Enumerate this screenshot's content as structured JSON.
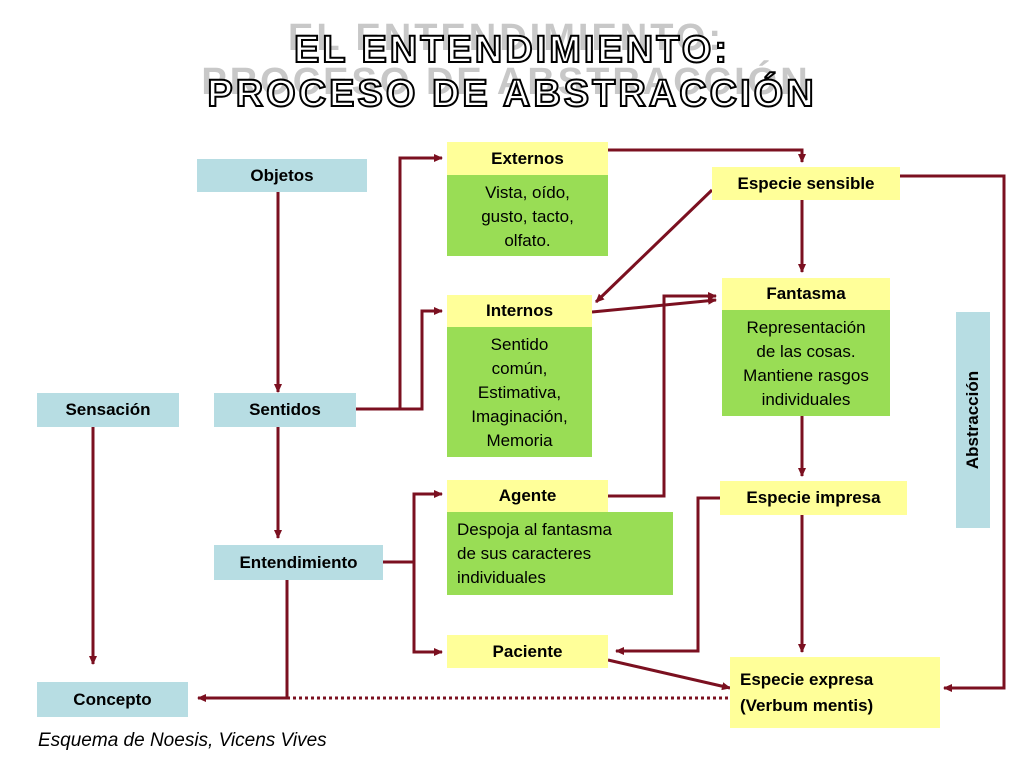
{
  "title": {
    "line1": "EL ENTENDIMIENTO:",
    "line2": "PROCESO DE ABSTRACCIÓN"
  },
  "nodes": {
    "objetos": "Objetos",
    "sensacion": "Sensación",
    "sentidos": "Sentidos",
    "entendimiento": "Entendimiento",
    "concepto": "Concepto",
    "externos": "Externos",
    "externos_desc": [
      "Vista, oído,",
      "gusto, tacto,",
      "olfato."
    ],
    "internos": "Internos",
    "internos_desc": [
      "Sentido",
      "común,",
      "Estimativa,",
      "Imaginación,",
      "Memoria"
    ],
    "agente": "Agente",
    "agente_desc": [
      "Despoja al fantasma",
      "de sus caracteres",
      "individuales"
    ],
    "paciente": "Paciente",
    "especie_sensible": "Especie sensible",
    "fantasma": "Fantasma",
    "fantasma_desc": [
      "Representación",
      "de las cosas.",
      "Mantiene rasgos",
      "individuales"
    ],
    "especie_impresa": "Especie impresa",
    "especie_expresa": [
      "Especie expresa",
      "(Verbum mentis)"
    ],
    "abstraccion": "Abstracción"
  },
  "source": "Esquema de Noesis, Vicens Vives",
  "colors": {
    "arrow": "#7b1020",
    "label_box": "#b7dde3",
    "highlight_box": "#ffff99",
    "description_box": "#99dd55"
  }
}
